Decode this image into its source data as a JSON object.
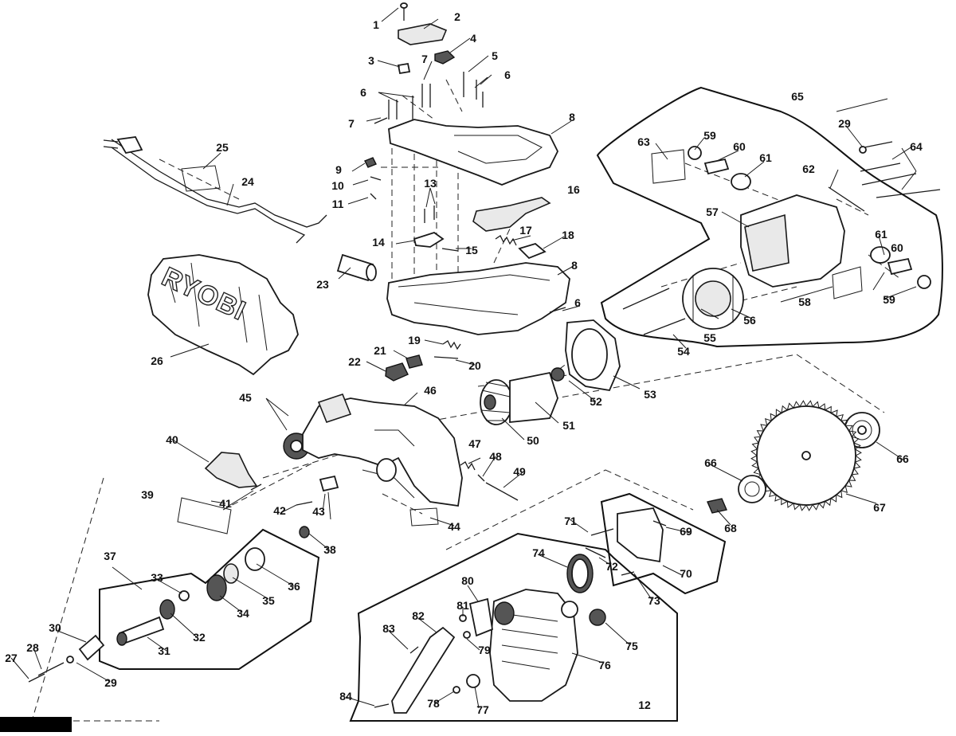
{
  "diagram": {
    "brand_text": "RYOBI",
    "part_numbers": [
      "1",
      "2",
      "3",
      "4",
      "5",
      "6",
      "7",
      "8",
      "9",
      "10",
      "11",
      "12",
      "13",
      "14",
      "15",
      "16",
      "17",
      "18",
      "19",
      "20",
      "21",
      "22",
      "23",
      "24",
      "25",
      "26",
      "27",
      "28",
      "29",
      "30",
      "31",
      "32",
      "33",
      "34",
      "35",
      "36",
      "37",
      "38",
      "39",
      "40",
      "41",
      "42",
      "43",
      "44",
      "45",
      "46",
      "47",
      "48",
      "49",
      "50",
      "51",
      "52",
      "53",
      "54",
      "55",
      "56",
      "57",
      "58",
      "59",
      "60",
      "61",
      "62",
      "63",
      "64",
      "65",
      "66",
      "67",
      "68",
      "69",
      "70",
      "71",
      "72",
      "73",
      "74",
      "75",
      "76",
      "77",
      "78",
      "79",
      "80",
      "81",
      "82",
      "83",
      "84"
    ],
    "colors": {
      "line": "#1a1a1a",
      "fill": "#ffffff",
      "shade": "#e9e9e9"
    }
  }
}
